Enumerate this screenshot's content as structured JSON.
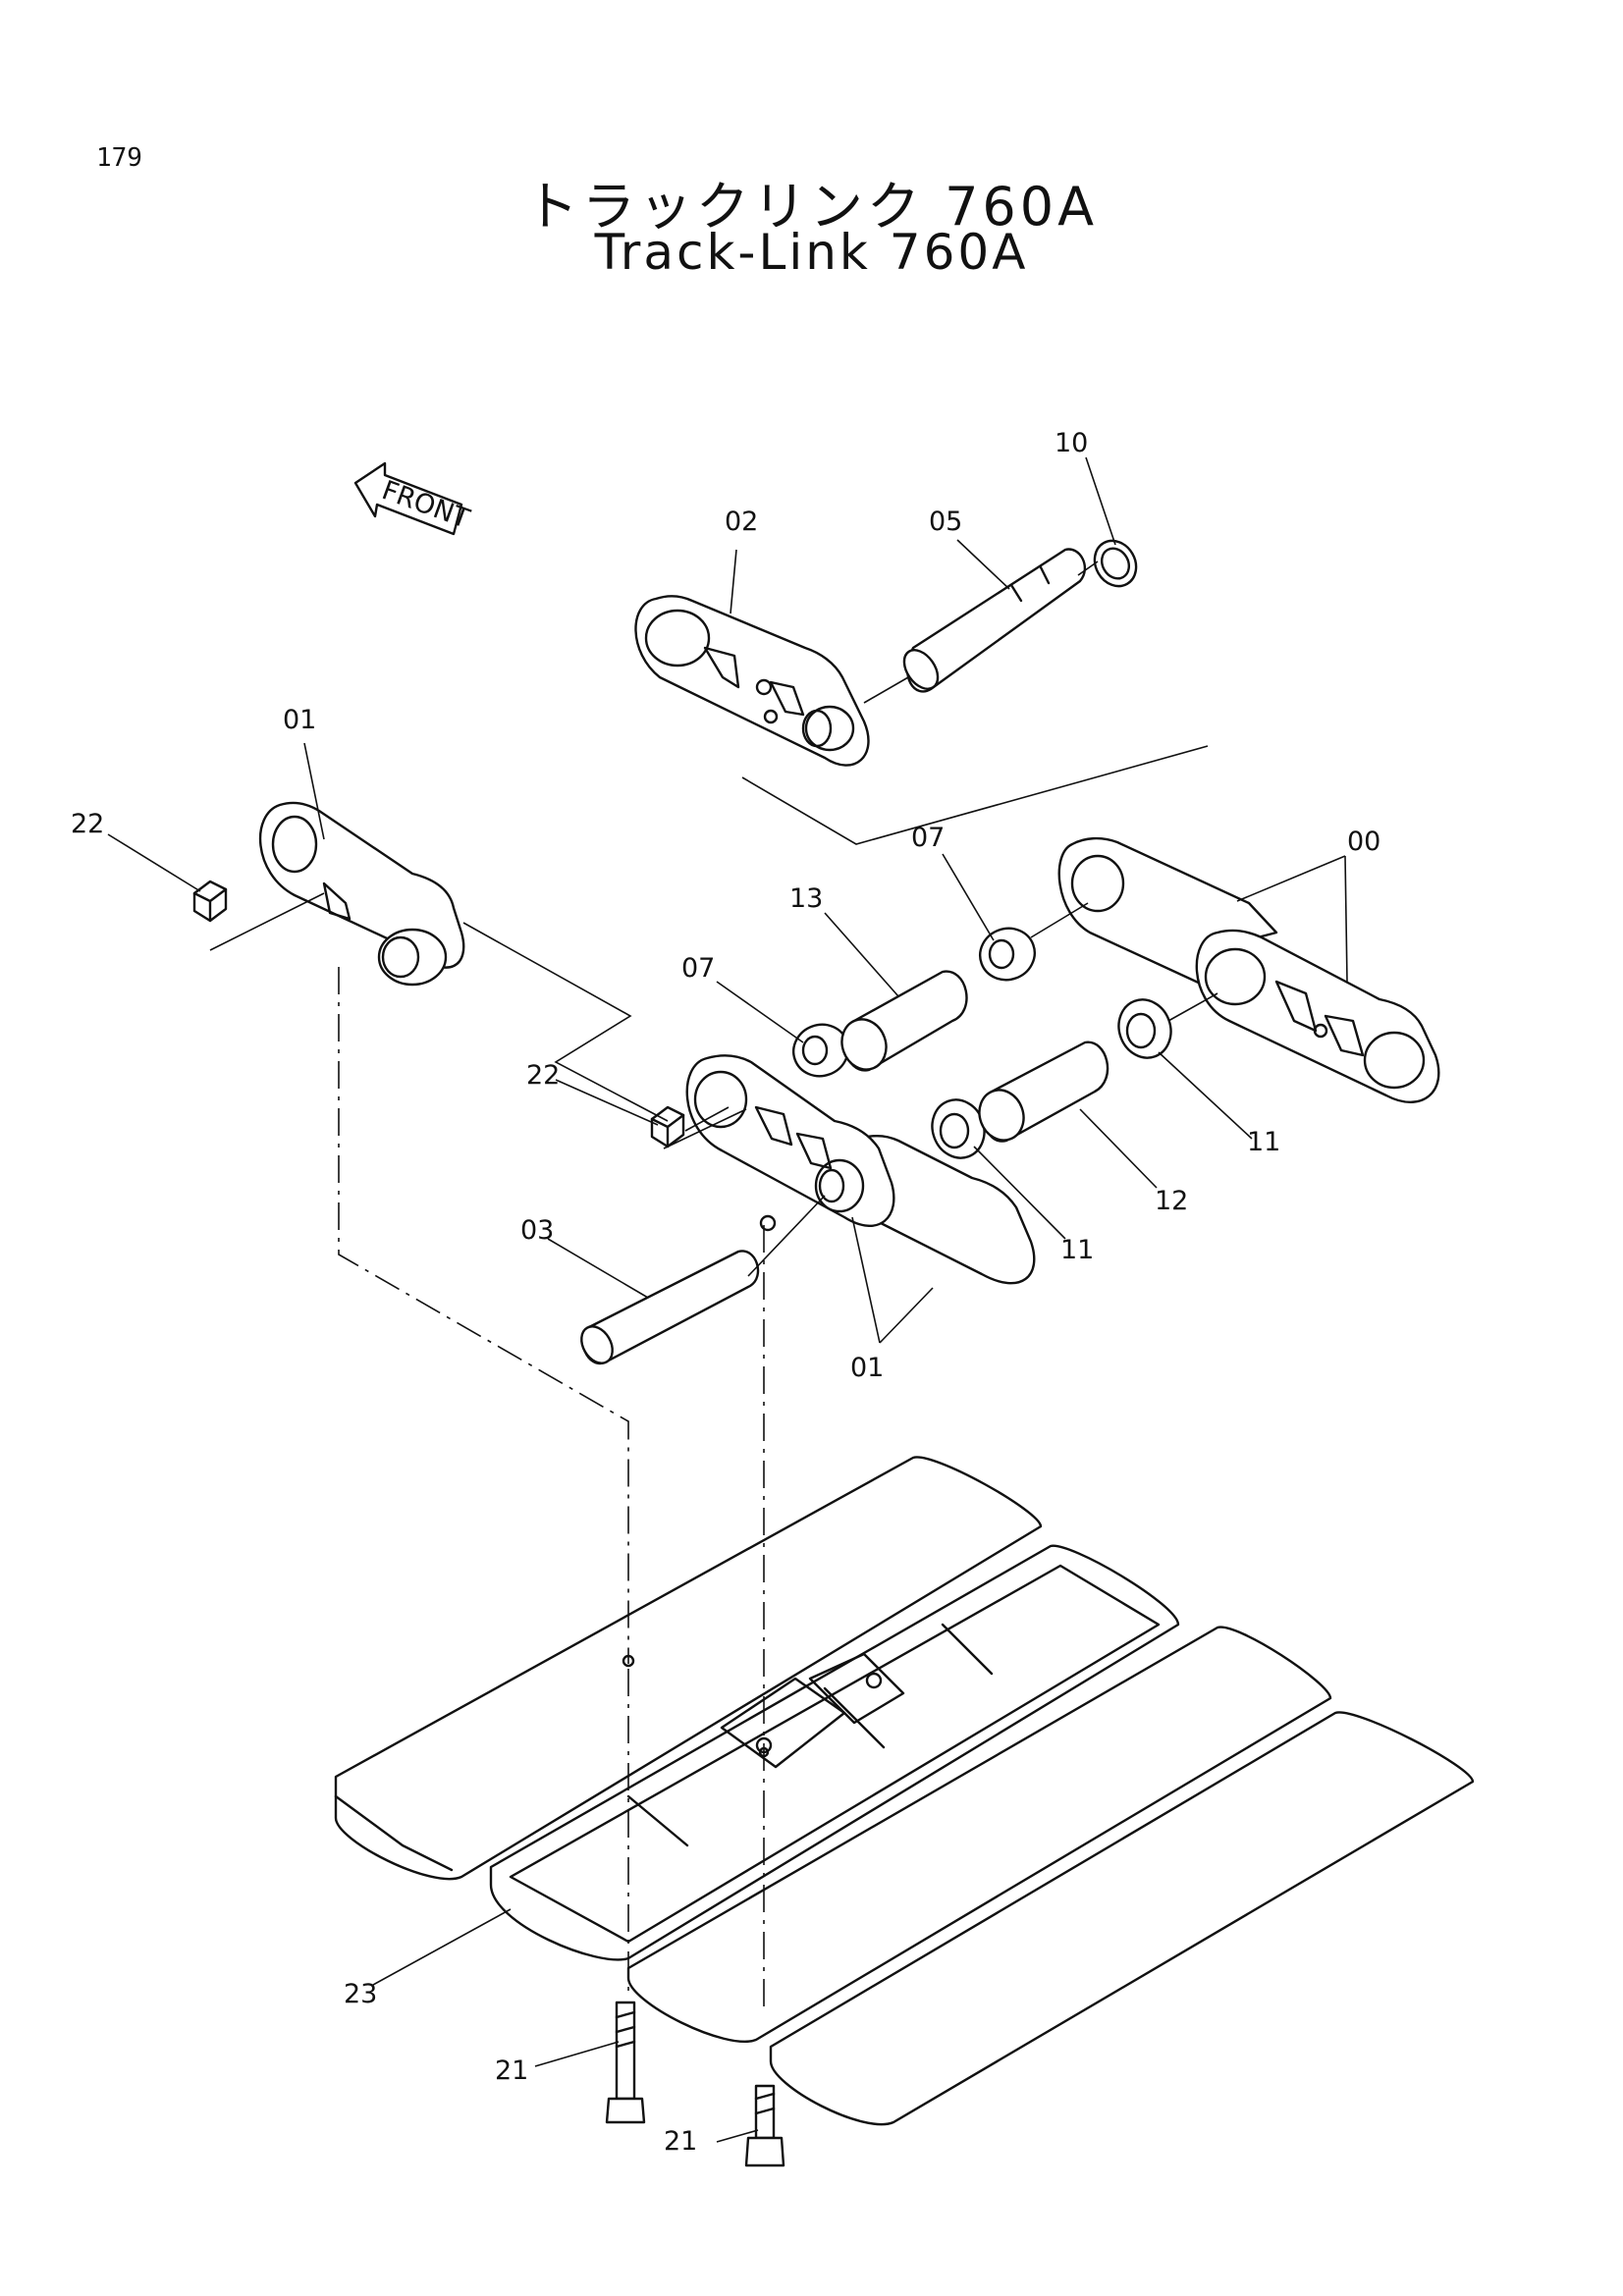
{
  "page_number": "179",
  "title_jp": "トラックリンク 760A",
  "title_en": "Track-Link 760A",
  "front_arrow_label": "FRONT",
  "callouts": {
    "p00": "00",
    "p01_top": "01",
    "p01_bottom": "01",
    "p02": "02",
    "p03": "03",
    "p05": "05",
    "p07_upper": "07",
    "p07_lower": "07",
    "p10": "10",
    "p11_right": "11",
    "p11_left": "11",
    "p12": "12",
    "p13": "13",
    "p21_left": "21",
    "p21_right": "21",
    "p22_upper": "22",
    "p22_lower": "22",
    "p23": "23"
  }
}
